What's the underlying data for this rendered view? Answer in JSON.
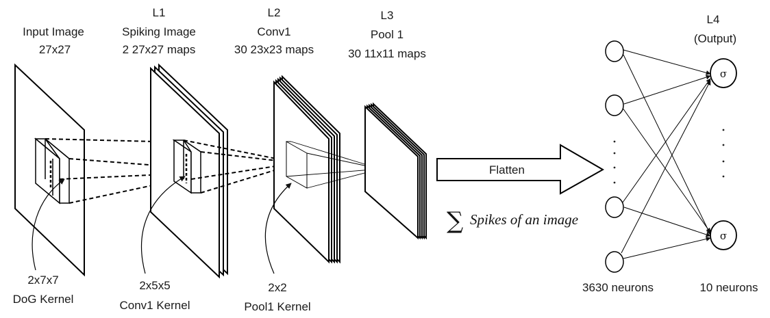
{
  "layers": {
    "input": {
      "title": "Input Image",
      "size": "27x27"
    },
    "l1": {
      "name": "L1",
      "title": "Spiking Image",
      "maps": "2 27x27 maps"
    },
    "l2": {
      "name": "L2",
      "title": "Conv1",
      "maps": "30 23x23 maps"
    },
    "l3": {
      "name": "L3",
      "title": "Pool 1",
      "maps": "30 11x11 maps"
    },
    "l4": {
      "name": "L4",
      "title": "(Output)"
    }
  },
  "kernels": {
    "dog": {
      "size": "2x7x7",
      "name": "DoG Kernel"
    },
    "conv1": {
      "size": "2x5x5",
      "name": "Conv1 Kernel"
    },
    "pool1": {
      "size": "2x2",
      "name": "Pool1 Kernel"
    }
  },
  "flatten": {
    "label": "Flatten"
  },
  "sum_label": {
    "symbol": "∑",
    "text": "Spikes of an image"
  },
  "neurons": {
    "input_count": "3630 neurons",
    "output_count": "10 neurons",
    "output_symbol": "σ"
  }
}
